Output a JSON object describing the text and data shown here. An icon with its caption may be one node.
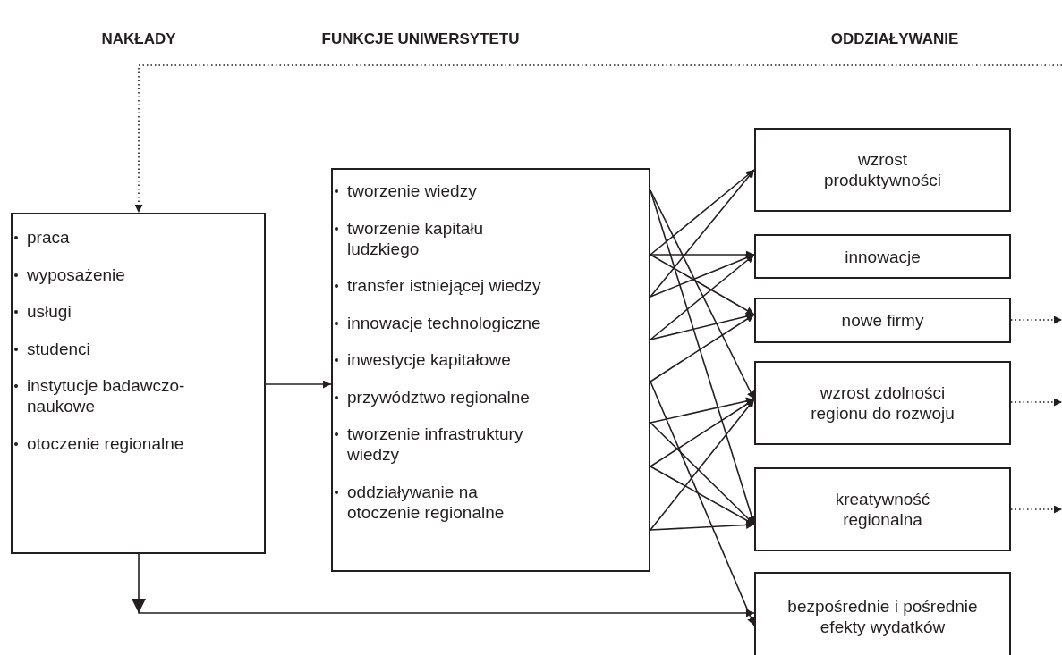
{
  "diagram": {
    "nodes": [
      {
        "text": [
          "praca",
          "wyposażenie",
          "usługi",
          "studenci",
          "instytucje badawczo-naukowe",
          "otoczenie regionalne"
        ]
      },
      {
        "text": [
          "tworzenie wiedzy",
          "tworzenie kapitału ludzkiego",
          "transfer istniejącej wiedzy",
          "innowacje technologiczne",
          "inwestycje kapitałowe",
          "przywództwo regionalne",
          "tworzenie infrastruktury wiedzy",
          "oddziaływanie na otoczenie regionalne"
        ]
      },
      {
        "text": [
          "wzrost produktywności"
        ]
      },
      {
        "text": [
          "innowacje"
        ]
      },
      {
        "text": [
          "nowe firmy"
        ]
      },
      {
        "text": [
          "wzrost zdolności regionu do rozwoju"
        ]
      },
      {
        "text": [
          "kreatywność regionalna"
        ]
      },
      {
        "text": [
          "bezpośrednie i pośrednie efekty wydatków"
        ]
      }
    ],
    "edges": [
      {
        "from": 0,
        "to": 1,
        "arrow": "to"
      },
      {
        "from": 0,
        "to": 7,
        "arrow": "to"
      },
      {
        "from": null,
        "to": 0,
        "arrow": "to",
        "style": "dashed"
      },
      {
        "from": 4,
        "to": null,
        "arrow": "to",
        "style": "dashed"
      },
      {
        "from": 5,
        "to": null,
        "arrow": "to",
        "style": "dashed"
      },
      {
        "from": 6,
        "to": null,
        "arrow": "to",
        "style": "dashed"
      },
      {
        "from": 1,
        "to": 5,
        "arrow": "to"
      },
      {
        "from": 1,
        "to": 6,
        "arrow": "to"
      },
      {
        "from": 1,
        "to": 2,
        "arrow": "to"
      },
      {
        "from": 1,
        "to": 3,
        "arrow": "to"
      },
      {
        "from": 1,
        "to": 4,
        "arrow": "to"
      },
      {
        "from": 1,
        "to": 2,
        "arrow": "to"
      },
      {
        "from": 1,
        "to": 3,
        "arrow": "to"
      },
      {
        "from": 1,
        "to": 3,
        "arrow": "to"
      },
      {
        "from": 1,
        "to": 4,
        "arrow": "to"
      },
      {
        "from": 1,
        "to": 4,
        "arrow": "to"
      },
      {
        "from": 1,
        "to": 7,
        "arrow": "to"
      },
      {
        "from": 1,
        "to": 5,
        "arrow": "to"
      },
      {
        "from": 1,
        "to": 6,
        "arrow": "to"
      },
      {
        "from": 1,
        "to": 5,
        "arrow": "to"
      },
      {
        "from": 1,
        "to": 6,
        "arrow": "to"
      },
      {
        "from": 1,
        "to": 5,
        "arrow": "to"
      },
      {
        "from": 1,
        "to": 6,
        "arrow": "to"
      }
    ],
    "labels": [
      "NAKŁADY",
      "FUNKCJE UNIWERSYTETU",
      "ODDZIAŁYWANIE"
    ]
  }
}
